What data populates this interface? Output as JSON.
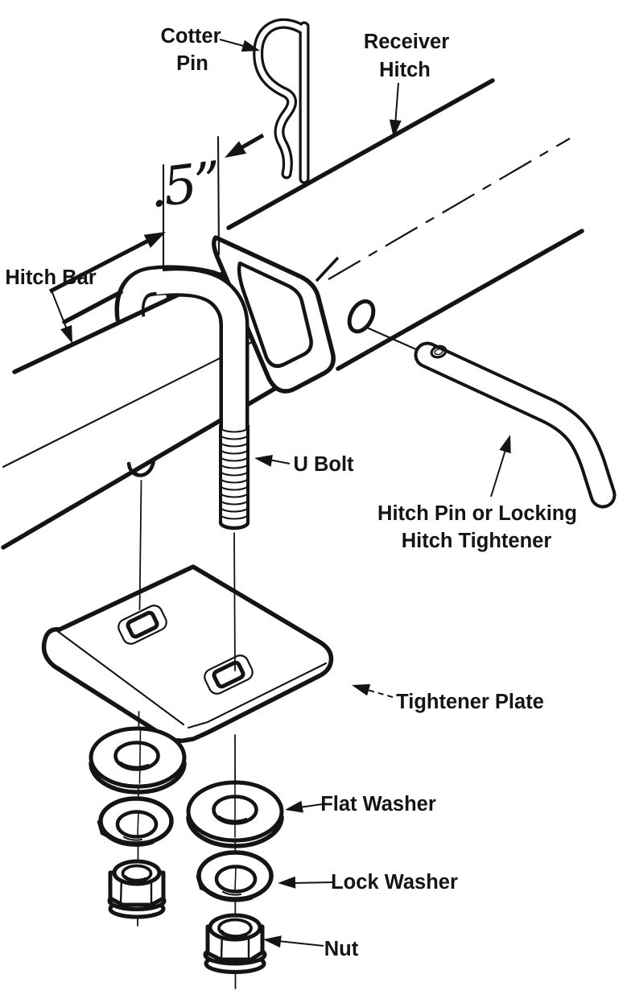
{
  "diagram": {
    "type": "technical-line-drawing",
    "subject": "receiver hitch tightener assembly exploded view",
    "colors": {
      "ink": "#141414",
      "background": "#ffffff"
    },
    "labels": {
      "cotter_pin_1": "Cotter",
      "cotter_pin_2": "Pin",
      "receiver_hitch_1": "Receiver",
      "receiver_hitch_2": "Hitch",
      "hitch_bar": "Hitch Bar",
      "dimension": ".5”",
      "u_bolt": "U Bolt",
      "hitch_pin_1": "Hitch Pin or Locking",
      "hitch_pin_2": "Hitch Tightener",
      "tightener_plate": "Tightener Plate",
      "flat_washer": "Flat Washer",
      "lock_washer": "Lock Washer",
      "nut": "Nut"
    }
  }
}
